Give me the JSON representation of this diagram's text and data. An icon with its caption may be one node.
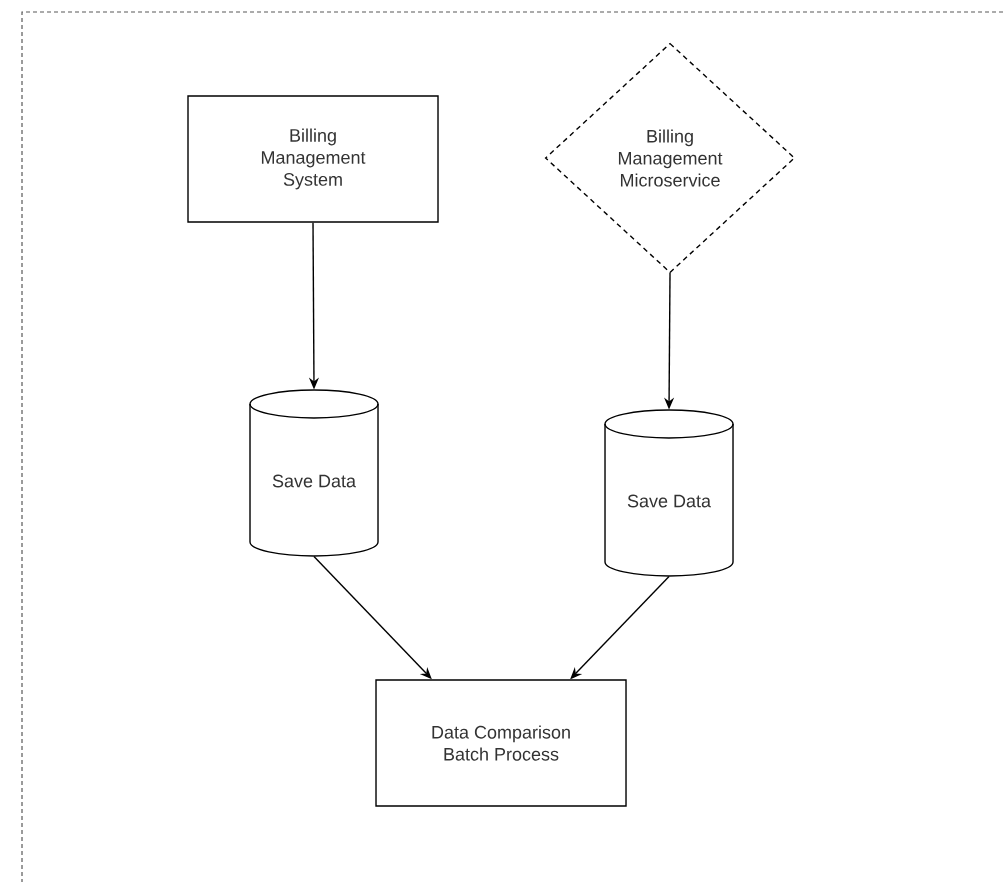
{
  "diagram": {
    "nodes": [
      {
        "text": [
          "Billing Management System"
        ]
      },
      {
        "text": [
          "Billing Management Microservice"
        ]
      },
      {
        "text": [
          "Save Data"
        ]
      },
      {
        "text": [
          "Save Data"
        ]
      },
      {
        "text": [
          "Data Comparison Batch Process"
        ]
      }
    ],
    "edges": [
      {
        "from": 0,
        "to": 2,
        "arrow": "to"
      },
      {
        "from": 1,
        "to": 3,
        "arrow": "to"
      },
      {
        "from": 2,
        "to": 4,
        "arrow": "to"
      },
      {
        "from": 3,
        "to": 4,
        "arrow": "to"
      }
    ]
  }
}
